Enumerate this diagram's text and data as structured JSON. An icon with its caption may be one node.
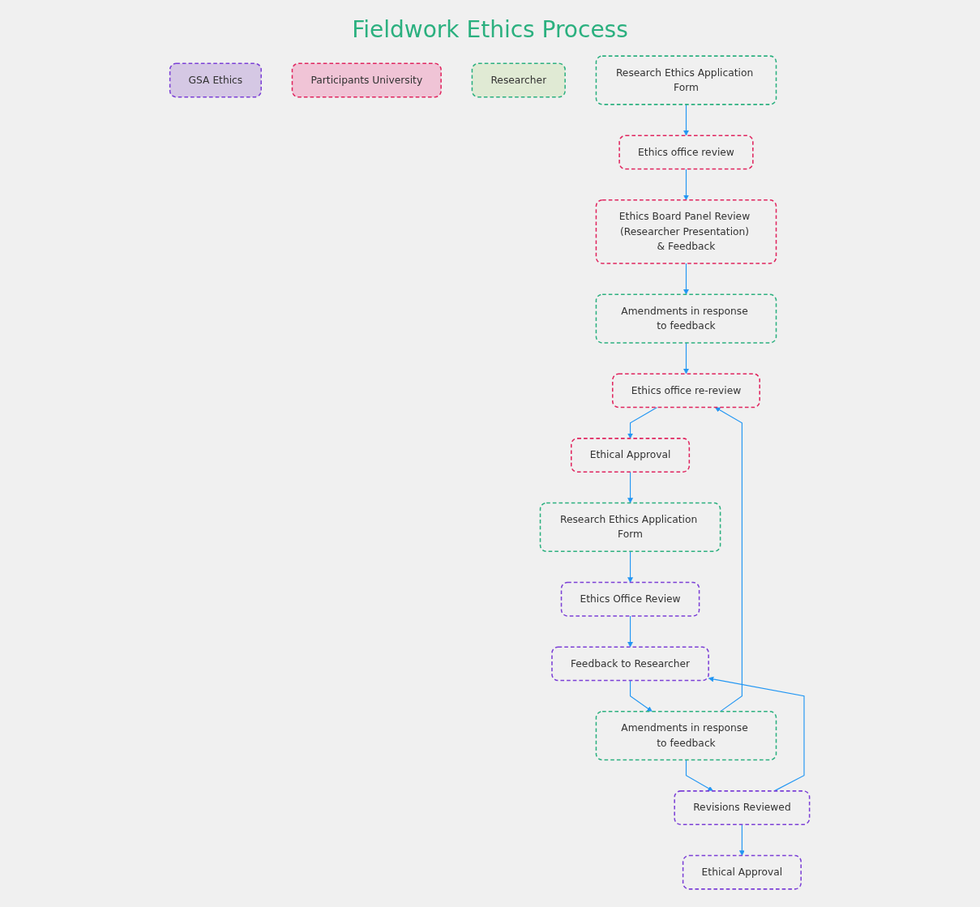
{
  "diagram": {
    "title": "Fieldwork Ethics Process",
    "nodes": [
      {
        "text": [
          "GSA Ethics"
        ]
      },
      {
        "text": [
          "Participants University"
        ]
      },
      {
        "text": [
          "Researcher"
        ]
      },
      {
        "text": [
          "Research Ethics Application Form"
        ]
      },
      {
        "text": [
          "Ethics office review"
        ]
      },
      {
        "text": [
          "Ethics Board Panel Review (Researcher Presentation) & Feedback"
        ]
      },
      {
        "text": [
          "Amendments in response to feedback"
        ]
      },
      {
        "text": [
          "Ethics office re-review"
        ]
      },
      {
        "text": [
          "Ethical Approval"
        ]
      },
      {
        "text": [
          "Research Ethics Application Form"
        ]
      },
      {
        "text": [
          "Ethics Office Review"
        ]
      },
      {
        "text": [
          "Feedback to Researcher"
        ]
      },
      {
        "text": [
          "Amendments in response to feedback"
        ]
      },
      {
        "text": [
          "Revisions Reviewed"
        ]
      },
      {
        "text": [
          "Ethical Approval"
        ]
      }
    ],
    "edges": [
      {
        "from": 3,
        "to": 4,
        "arrow": "to"
      },
      {
        "from": 4,
        "to": 5,
        "arrow": "to"
      },
      {
        "from": 5,
        "to": 6,
        "arrow": "to"
      },
      {
        "from": 6,
        "to": 7,
        "arrow": "to"
      },
      {
        "from": 7,
        "to": 8,
        "arrow": "to"
      },
      {
        "from": 8,
        "to": 9,
        "arrow": "to"
      },
      {
        "from": 9,
        "to": 10,
        "arrow": "to"
      },
      {
        "from": 10,
        "to": 11,
        "arrow": "to"
      },
      {
        "from": 11,
        "to": 12,
        "arrow": "to"
      },
      {
        "from": 12,
        "to": 7,
        "arrow": "to"
      },
      {
        "from": 12,
        "to": 13,
        "arrow": "to"
      },
      {
        "from": 13,
        "to": 11,
        "arrow": "to"
      },
      {
        "from": 13,
        "to": 14,
        "arrow": "to"
      }
    ]
  }
}
